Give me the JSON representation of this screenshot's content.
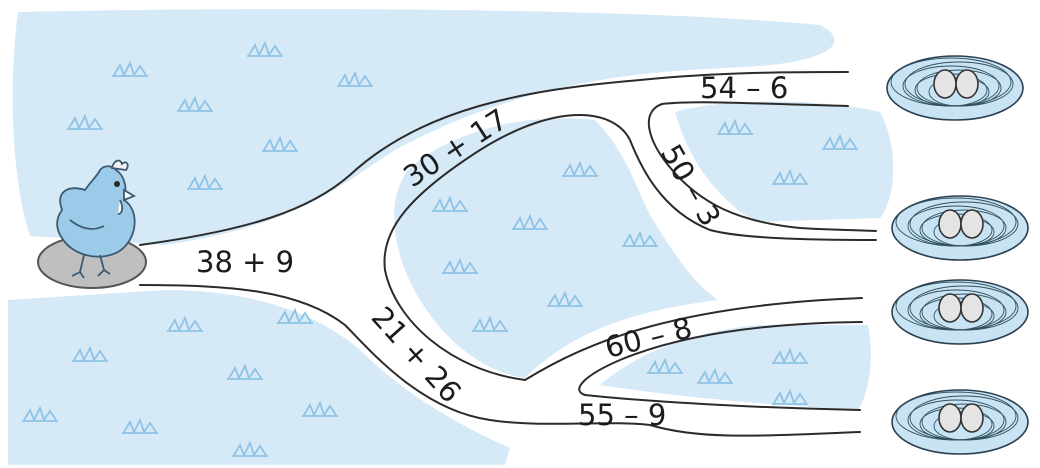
{
  "colors": {
    "grass": "#d5e9f7",
    "grass_tuft": "#8fc3e6",
    "path_line": "#2b2b2b",
    "hen": "#9ccbea",
    "stone": "#bfbfbf",
    "nest": "#c7e3f4",
    "egg": "#e4e4e4"
  },
  "paths": {
    "start": "38 + 9",
    "upper_branch": "30 + 17",
    "lower_branch": "21 + 26",
    "upper_top": "54 – 6",
    "upper_bottom": "50 – 3",
    "lower_top": "60 – 8",
    "lower_bottom": "55 – 9"
  },
  "nests": [
    {
      "eggs": 2
    },
    {
      "eggs": 2
    },
    {
      "eggs": 2
    },
    {
      "eggs": 2
    }
  ],
  "icons": {
    "hen": "hen-icon",
    "nest": "nest-icon",
    "stone": "stone-icon"
  }
}
